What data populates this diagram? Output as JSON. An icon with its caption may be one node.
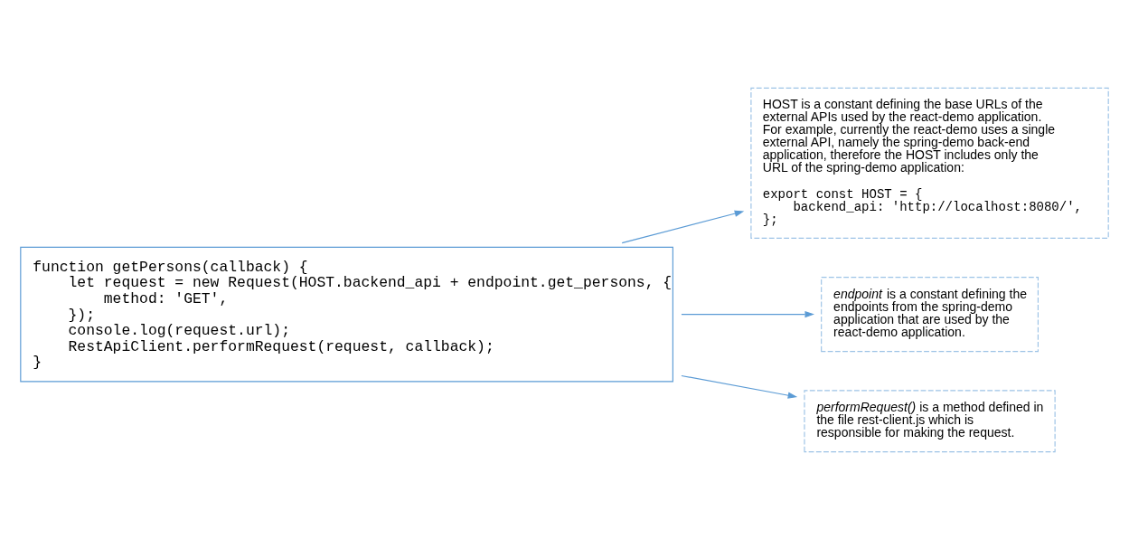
{
  "diagram": {
    "nodes": [
      {
        "text": [
          "function getPersons(callback) {",
          "    let request = new Request(HOST.backend_api + endpoint.get_persons, {",
          "        method: 'GET',",
          "    });",
          "    console.log(request.url);",
          "    RestApiClient.performRequest(request, callback);",
          "}"
        ]
      },
      {
        "text": [
          "HOST is a constant defining the base URLs of the external APIs used by the react-demo application. For example, currently the react-demo uses a single external API, namely the spring-demo back-end application, therefore the HOST includes only the URL of the spring-demo application:",
          "export const HOST = {",
          "    backend_api: 'http://localhost:8080/',",
          "};"
        ]
      },
      {
        "text": [
          "*endpoint* is a constant defining the endpoints from the spring-demo application that are used by the react-demo application."
        ]
      },
      {
        "text": [
          "*performRequest()* is a method defined in the file rest-client.js which is responsible for making the request."
        ]
      }
    ],
    "edges": [
      {
        "from": 0,
        "to": 1,
        "arrow": "to"
      },
      {
        "from": 0,
        "to": 2,
        "arrow": "to"
      },
      {
        "from": 0,
        "to": 3,
        "arrow": "to"
      }
    ]
  }
}
